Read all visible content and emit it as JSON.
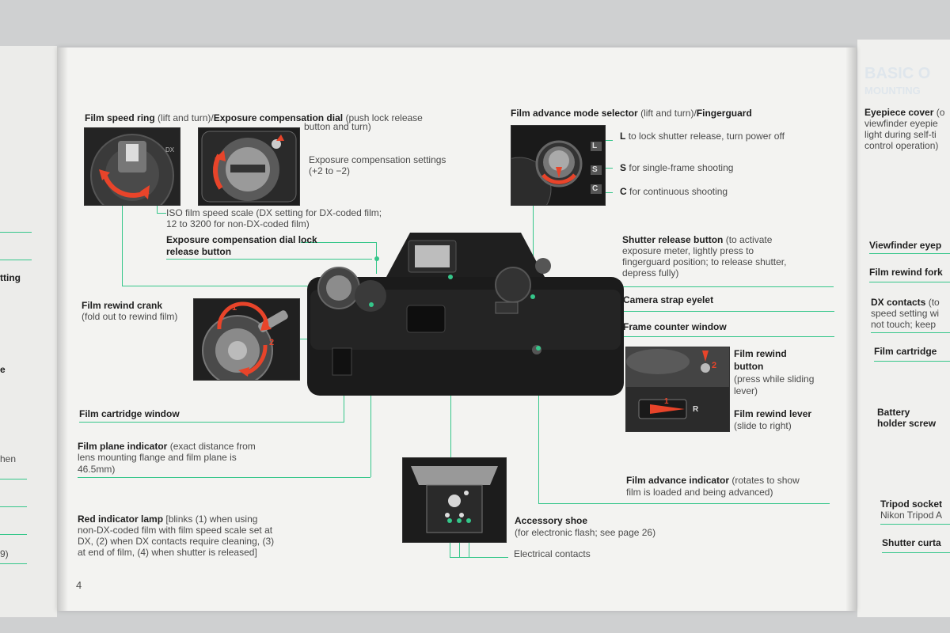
{
  "page_number": "4",
  "left_page": {
    "fragments": [
      "tting",
      "e",
      "hen",
      "9)"
    ]
  },
  "right_page": {
    "heading_1": "BASIC O",
    "heading_2": "MOUNTING",
    "eyepiece_cover": "Eyepiece cover",
    "eyepiece_cover_note": "(o",
    "eyepiece_note_1": "viewfinder eyepie",
    "eyepiece_note_2": "light during self-ti",
    "eyepiece_note_3": "control operation)",
    "viewfinder_eyepiece": "Viewfinder eyep",
    "film_rewind_fork": "Film rewind fork",
    "dx_contacts": "DX contacts",
    "dx_contacts_note": "(to",
    "dx_note_1": "speed setting wi",
    "dx_note_2": "not touch; keep",
    "film_cartridge": "Film cartridge",
    "battery_1": "Battery",
    "battery_2": "holder screw",
    "tripod_socket": "Tripod socket",
    "tripod_note": "Nikon Tripod A",
    "shutter_curtain": "Shutter curta"
  },
  "labels": {
    "film_speed_ring": "Film speed ring",
    "film_speed_ring_note": "(lift and turn)/",
    "exposure_dial": "Exposure compensation dial",
    "exposure_dial_note_1": "(push lock release",
    "exposure_dial_note_2": "button and turn)",
    "exp_settings_1": "Exposure compensation settings",
    "exp_settings_2": "(+2 to −2)",
    "iso_scale_1": "ISO film speed scale (DX setting for DX-coded film;",
    "iso_scale_2": "12 to 3200 for non-DX-coded film)",
    "dial_lock_1": "Exposure compensation dial lock",
    "dial_lock_2": "release button",
    "rewind_crank": "Film rewind crank",
    "rewind_crank_note": "(fold out to rewind film)",
    "cartridge_window": "Film cartridge window",
    "film_plane": "Film plane indicator",
    "film_plane_note_1": "(exact distance from",
    "film_plane_note_2": "lens mounting flange and film plane is",
    "film_plane_note_3": "46.5mm)",
    "red_lamp": "Red indicator lamp",
    "red_lamp_note_1": "[blinks (1) when using",
    "red_lamp_note_2": "non-DX-coded film with film speed scale set at",
    "red_lamp_note_3": "DX, (2) when DX contacts require cleaning, (3)",
    "red_lamp_note_4": "at end of film, (4) when shutter is released]",
    "advance_mode": "Film advance mode selector",
    "advance_mode_note": "(lift and turn)/",
    "fingerguard": "Fingerguard",
    "mode_l_key": "L",
    "mode_l": "to lock shutter release, turn power off",
    "mode_s_key": "S",
    "mode_s": "for single-frame shooting",
    "mode_c_key": "C",
    "mode_c": "for continuous shooting",
    "shutter_release": "Shutter release button",
    "shutter_note_1": "(to activate",
    "shutter_note_2": "exposure meter, lightly press to",
    "shutter_note_3": "fingerguard position; to release shutter,",
    "shutter_note_4": "depress fully)",
    "strap_eyelet": "Camera strap eyelet",
    "frame_counter": "Frame counter window",
    "rewind_button_1": "Film rewind",
    "rewind_button_2": "button",
    "rewind_button_note_1": "(press while sliding",
    "rewind_button_note_2": "lever)",
    "rewind_lever": "Film rewind lever",
    "rewind_lever_note": "(slide to right)",
    "advance_indicator": "Film advance indicator",
    "advance_indicator_note_1": "(rotates to show",
    "advance_indicator_note_2": "film is loaded and being advanced)",
    "accessory_shoe": "Accessory shoe",
    "accessory_shoe_note": "(for electronic flash; see page 26)",
    "electrical_contacts": "Electrical contacts"
  },
  "photo_marks": {
    "step_1": "1",
    "step_2": "2",
    "mode_l": "L",
    "mode_s": "S",
    "mode_c": "C",
    "lever_r": "R"
  },
  "colors": {
    "leader": "#35c68a",
    "arrow": "#e8442a"
  }
}
